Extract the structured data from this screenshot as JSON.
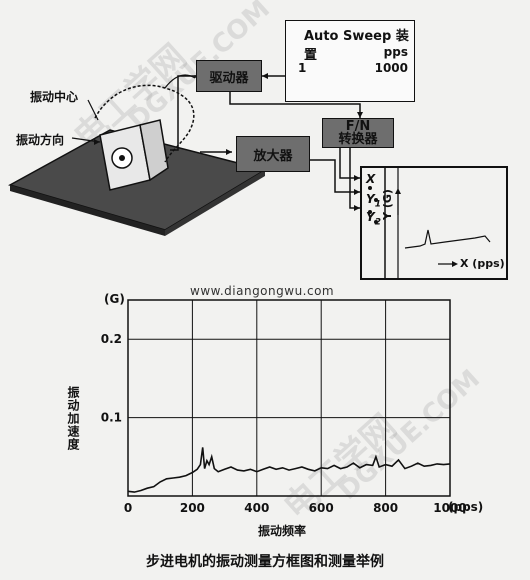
{
  "diagram": {
    "drive_unit": "驱动器",
    "amplifier": "放大器",
    "fn_converter_line1": "F/N",
    "fn_converter_line2": "转换器",
    "auto_sweep_title": "Auto Sweep 装置",
    "sweep_pps": "pps",
    "sweep_start": "1",
    "sweep_end": "1000",
    "vibration_center": "振动中心",
    "vibration_direction": "振动方向",
    "recorder_x": "X",
    "recorder_y1": "Y",
    "recorder_y1_sub": "1",
    "recorder_y2": "Y",
    "recorder_y2_sub": "2",
    "recorder_yg": "Y (G)",
    "recorder_xpps": "X (pps)"
  },
  "watermark": {
    "url": "www.diangongwu.com",
    "text_top": "电工学网",
    "text_top_en": "DGXUE.COM",
    "text_bottom": "电工学网",
    "text_bottom_en": "DGXUE.COM"
  },
  "chart_data": {
    "type": "line",
    "y_unit": "(G)",
    "x_unit": "(pps)",
    "ylabel": "振动加速度",
    "xlabel": "振动频率",
    "xlim": [
      0,
      1000
    ],
    "ylim": [
      0,
      0.25
    ],
    "x_ticks": [
      "0",
      "200",
      "400",
      "600",
      "800",
      "1000"
    ],
    "y_ticks": [
      "0.1",
      "0.2"
    ],
    "grid": true,
    "series": [
      {
        "x": [
          0,
          20,
          40,
          60,
          80,
          100,
          120,
          140,
          160,
          180,
          200,
          215,
          225,
          232,
          238,
          245,
          252,
          260,
          268,
          280,
          300,
          320,
          340,
          360,
          380,
          400,
          420,
          440,
          460,
          480,
          500,
          520,
          540,
          560,
          580,
          600,
          620,
          640,
          660,
          680,
          700,
          720,
          740,
          760,
          770,
          780,
          800,
          820,
          840,
          860,
          880,
          900,
          920,
          940,
          960,
          980,
          1000
        ],
        "y": [
          0.006,
          0.005,
          0.007,
          0.01,
          0.012,
          0.018,
          0.022,
          0.023,
          0.024,
          0.026,
          0.03,
          0.034,
          0.04,
          0.062,
          0.035,
          0.045,
          0.04,
          0.05,
          0.035,
          0.031,
          0.034,
          0.037,
          0.033,
          0.032,
          0.034,
          0.031,
          0.034,
          0.037,
          0.034,
          0.036,
          0.033,
          0.035,
          0.037,
          0.034,
          0.032,
          0.036,
          0.035,
          0.039,
          0.035,
          0.037,
          0.042,
          0.036,
          0.04,
          0.039,
          0.05,
          0.037,
          0.04,
          0.038,
          0.046,
          0.035,
          0.038,
          0.042,
          0.038,
          0.039,
          0.041,
          0.04,
          0.041
        ]
      }
    ]
  },
  "caption": "步进电机的振动测量方框图和测量举例",
  "colors": {
    "box_fill": "#6e6e6e",
    "line": "#111111",
    "page": "#f2f2f0"
  }
}
